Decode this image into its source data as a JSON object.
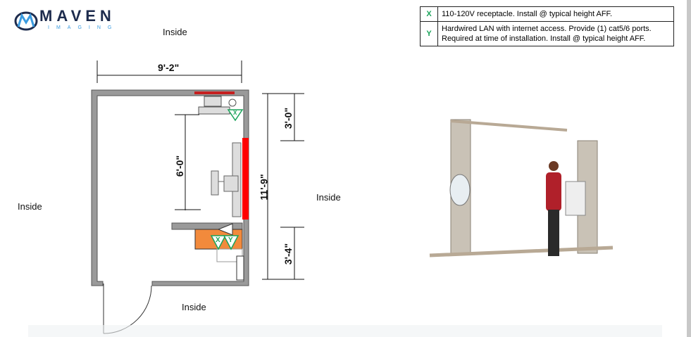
{
  "logo": {
    "name": "MAVEN",
    "sub": "IMAGING"
  },
  "labels": {
    "top": "Inside",
    "left": "Inside",
    "right": "Inside",
    "bottom": "Inside"
  },
  "dimensions": {
    "width": "9'-2\"",
    "height": "11'-9\"",
    "upper": "3'-0\"",
    "lower": "3'-4\"",
    "inner": "6'-0\""
  },
  "markers": {
    "x": "X",
    "y": "Y"
  },
  "legend": [
    {
      "key": "X",
      "text": "110-120V receptacle. Install @ typical height AFF."
    },
    {
      "key": "Y",
      "text": "Hardwired LAN with internet access. Provide (1) cat5/6 ports. Required at time of installation. Install @ typical height AFF."
    }
  ],
  "colors": {
    "wall": "#999999",
    "accent_red": "#ff0000",
    "counter": "#f28a3c",
    "marker": "#1aa35a"
  }
}
